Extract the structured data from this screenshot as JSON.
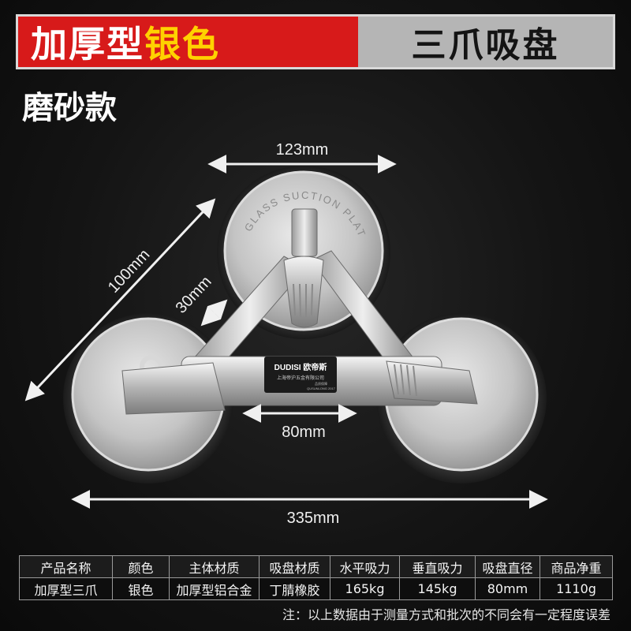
{
  "banner": {
    "part1": "加厚型",
    "part2": "银色",
    "part3": "三爪吸盘"
  },
  "subtitle": "磨砂款",
  "product": {
    "label_top_plate": "GLASS SUCTION PLATE",
    "brand": "DUDISI 欧帝斯",
    "maker": "上海帝沪五金有限公司",
    "small1": "品质保障",
    "small2": "QUSUNLONG 2017"
  },
  "dimensions": {
    "top": "123mm",
    "diagonal": "100mm",
    "arm": "30mm",
    "bar": "80mm",
    "width": "335mm"
  },
  "spec_table": {
    "headers": [
      "产品名称",
      "颜色",
      "主体材质",
      "吸盘材质",
      "水平吸力",
      "垂直吸力",
      "吸盘直径",
      "商品净重"
    ],
    "values": [
      "加厚型三爪",
      "银色",
      "加厚型铝合金",
      "丁腈橡胶",
      "165kg",
      "145kg",
      "80mm",
      "1110g"
    ]
  },
  "note": "注：以上数据由于测量方式和批次的不同会有一定程度误差"
}
